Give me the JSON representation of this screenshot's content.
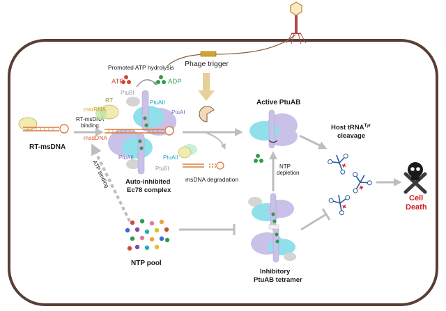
{
  "labels": {
    "phage_trigger": "Phage trigger",
    "promoted_atp": "Promoted ATP hydrolysis",
    "atp": "ATP",
    "adp": "ADP",
    "ptubi_top": "PtuBI",
    "ptuaii_top": "PtuAII",
    "ptuai_top": "PtuAI",
    "rt": "RT",
    "msrrna": "msrRNA",
    "msddna": "msdDNA",
    "rt_msdna_binding_1": "RT-msDNA",
    "rt_msdna_binding_2": "binding",
    "rt_msdna": "RT-msDNA",
    "ptuaii_bottom_left": "PtuAII",
    "ptuaii_bottom_right": "PtuAII",
    "ptubi_bottom": "PtuBI",
    "auto_inhibited_1": "Auto-inhibited",
    "auto_inhibited_2": "Ec78 complex",
    "msdna_degradation": "msDNA degradation",
    "active_ptuab": "Active PtuAB",
    "ntp_depletion_1": "NTP",
    "ntp_depletion_2": "depletion",
    "host_trna_1": "Host tRNA",
    "host_trna_sup": "Tyr",
    "host_trna_2": "cleavage",
    "cell": "Cell",
    "death": "Death",
    "atp_binding": "ATP binding",
    "ntp_pool": "NTP pool",
    "inhibitory_1": "Inhibitory",
    "inhibitory_2": "PtuAB tetramer"
  },
  "colors": {
    "cell_wall": "#5a3e36",
    "ptua_purple": "#c9c1e8",
    "ptub_cyan": "#8fe0ea",
    "ptubi_grey": "#d4d4d4",
    "atp_red": "#d04a3a",
    "adp_green": "#2e9e4a",
    "rt_yellow": "#e8e28a",
    "msdna_orange": "#e07a3a",
    "death_red": "#d01a1a",
    "arrow_grey": "#bdbdbd",
    "phage_arrow": "#e6cf9a"
  },
  "icons": [
    "phage-icon",
    "skull-icon",
    "trna-icon",
    "pacman-nuclease-icon"
  ]
}
